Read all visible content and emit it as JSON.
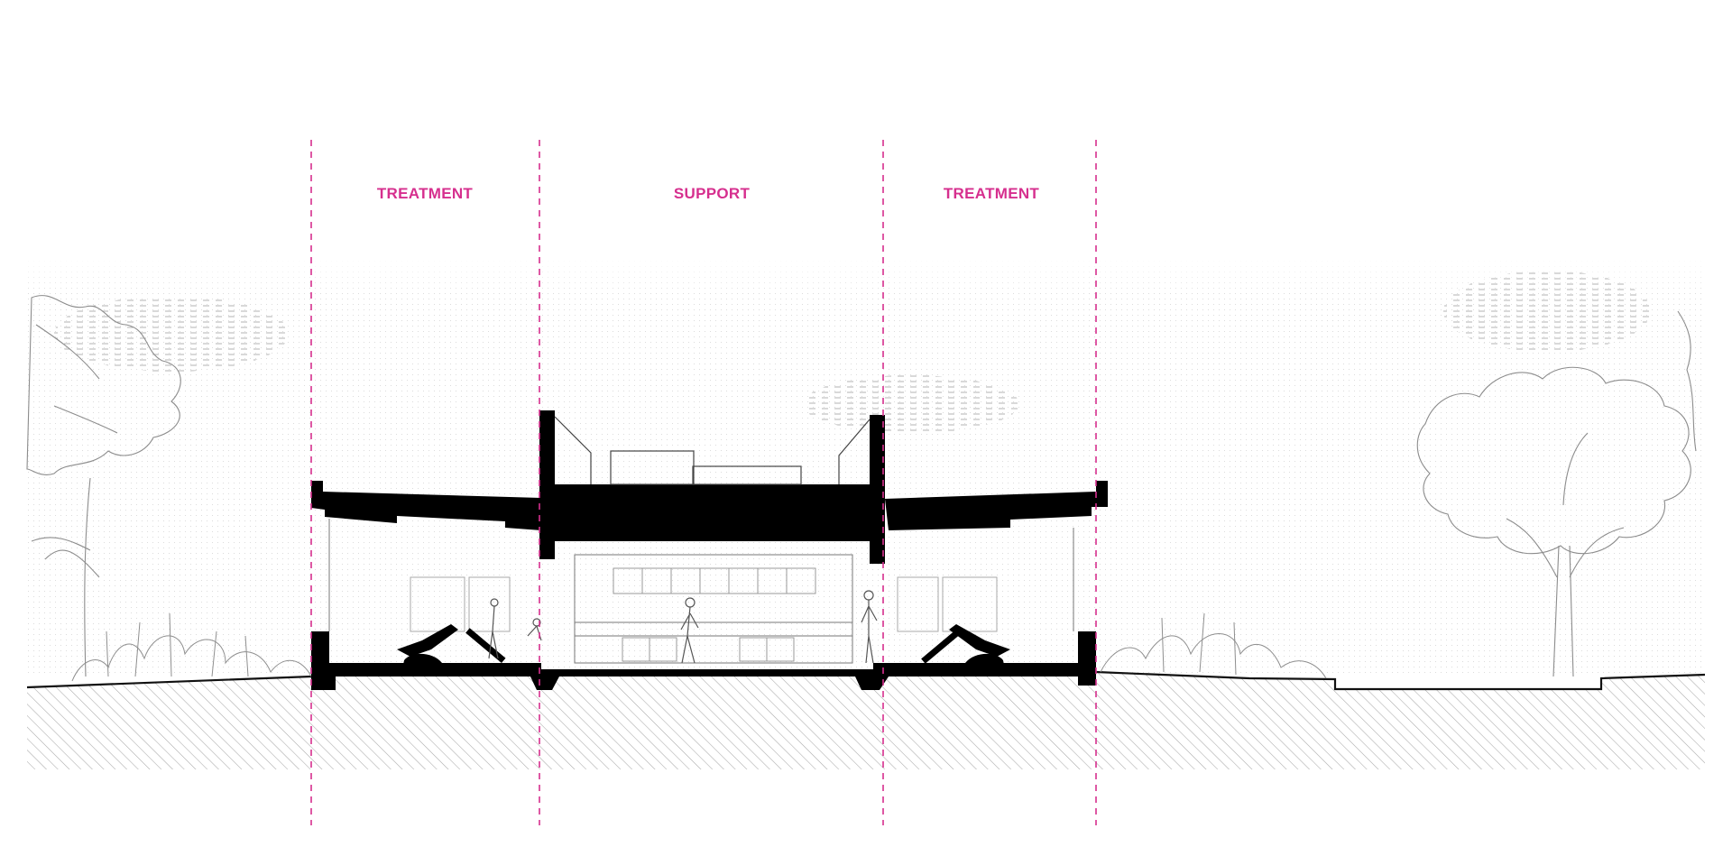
{
  "zones": [
    {
      "label": "TREATMENT"
    },
    {
      "label": "SUPPORT"
    },
    {
      "label": "TREATMENT"
    }
  ],
  "colors": {
    "accent": "#d62f8e",
    "structure": "#000000",
    "ground_hatch": "#bdbdbd",
    "sky_dots": "#d9d9d9",
    "foliage": "#9a9a9a"
  },
  "icons": [
    "person-icon",
    "treatment-chair-icon",
    "tree-icon",
    "shrub-icon",
    "cloud-hatch-icon"
  ]
}
